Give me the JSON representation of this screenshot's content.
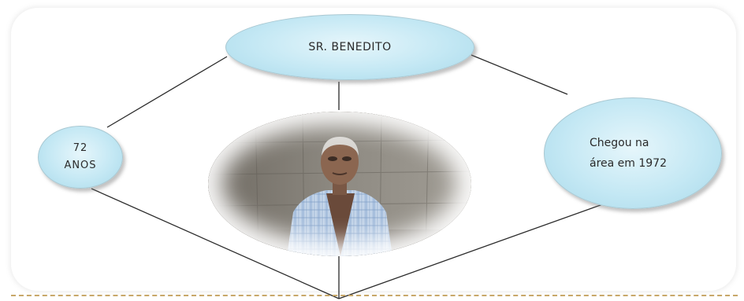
{
  "nodes": {
    "top": "SR. BENEDITO",
    "left_line1": "72",
    "left_line2": "ANOS",
    "right_line1": "Chegou na",
    "right_line2": "área em 1972"
  },
  "photo": {
    "subject": "elderly-man-portrait"
  },
  "colors": {
    "bubble_fill": "#c4e8f4",
    "bubble_border": "#a9c8d2",
    "connector": "#2a2a2a",
    "dashed_rule": "#c8a86a"
  }
}
